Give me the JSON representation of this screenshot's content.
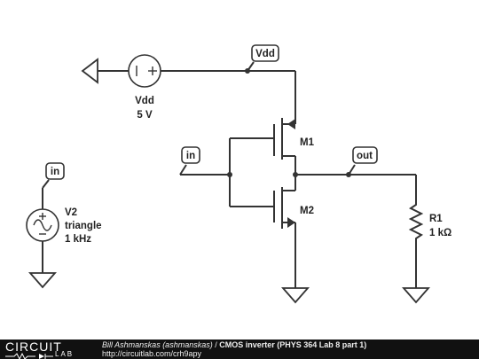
{
  "components": {
    "vdd_source": {
      "name": "Vdd",
      "value": "5 V"
    },
    "v2_source": {
      "name": "V2",
      "waveform": "triangle",
      "frequency": "1 kHz"
    },
    "m1": {
      "name": "M1"
    },
    "m2": {
      "name": "M2"
    },
    "r1": {
      "name": "R1",
      "value": "1 kΩ"
    }
  },
  "net_labels": {
    "vdd": "Vdd",
    "in_gate": "in",
    "in_source": "in",
    "out": "out"
  },
  "footer": {
    "logo_top": "CIRCUIT",
    "logo_bottom": "LAB",
    "author": "Bill Ashmanskas (ashmanskas)",
    "separator": " / ",
    "title": "CMOS inverter (PHYS 364 Lab 8 part 1)",
    "url": "http://circuitlab.com/crh9apy"
  }
}
